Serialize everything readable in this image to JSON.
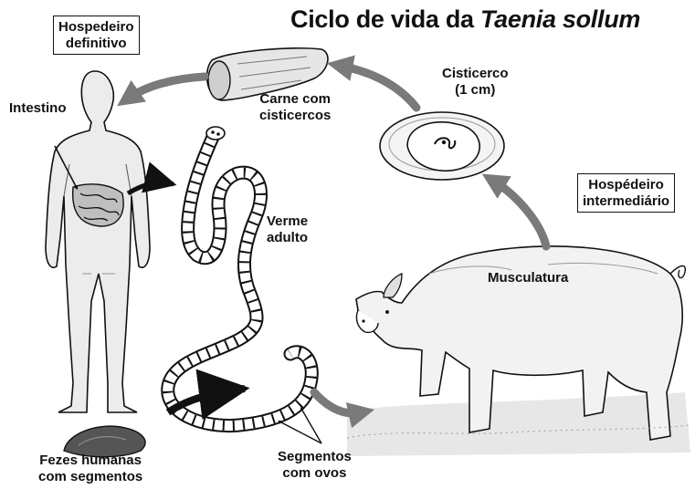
{
  "title": {
    "prefix": "Ciclo de vida da ",
    "species": "Taenia sollum"
  },
  "labels": {
    "definitive_host": "Hospedeiro\ndefinitivo",
    "intestine": "Intestino",
    "meat": "Carne com\ncisticercos",
    "cysticercus": "Cisticerco\n(1 cm)",
    "intermediate_host": "Hospédeiro\nintermediário",
    "adult_worm": "Verme\nadulto",
    "musculature": "Musculatura",
    "feces": "Fezes humanas\ncom segmentos",
    "segments": "Segmentos\ncom ovos"
  },
  "icons": [
    "human-figure-icon",
    "intestine-icon",
    "meat-icon",
    "cysticercus-icon",
    "tapeworm-icon",
    "pig-icon",
    "feces-icon",
    "cycle-arrow-icon"
  ],
  "colors": {
    "ink": "#111111",
    "arrow": "#7a7a7a",
    "paper": "#ffffff",
    "shade": "#d9d9d9"
  }
}
